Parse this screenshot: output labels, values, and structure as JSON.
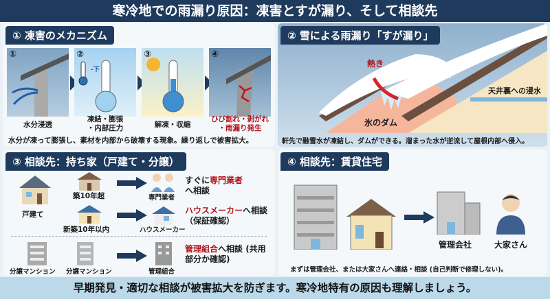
{
  "title": "寒冷地での雨漏り原因：凍害とすが漏り、そして相談先",
  "panel1": {
    "title": "① 凍害のメカニズム",
    "steps": [
      {
        "num": "①",
        "caption": "水分浸透"
      },
      {
        "num": "②",
        "caption": "凍結・膨張\n・内部圧力",
        "label": "-下"
      },
      {
        "num": "③",
        "caption": "解凍・収縮"
      },
      {
        "num": "④",
        "caption": "ひび割れ・剥がれ\n・雨漏り発生"
      }
    ],
    "summary": "水分が凍って膨張し、素材を内部から破壊する現象。繰り返しで被害拡大。"
  },
  "panel2": {
    "title": "② 雪による雨漏り「すが漏り」",
    "label_heat": "熱き",
    "label_dam": "氷のダム",
    "label_leak": "天井裏への浸水",
    "summary": "軒先で融雪水が凍結し、ダムができる。溜まった水が逆流して屋根内部へ侵入。"
  },
  "panel3": {
    "title": "③ 相談先：持ち家（戸建て・分譲）",
    "house_label": "戸建て",
    "rows": [
      {
        "condition": "築10年超",
        "target": "専門業者",
        "advice_hl": "専門業者",
        "advice_pre": "すぐに",
        "advice_post": "へ相談"
      },
      {
        "condition": "新築10年以内",
        "target": "ハウスメーカー",
        "advice_hl": "ハウスメーカー",
        "advice_pre": "",
        "advice_post": "へ相談（保証確認）"
      },
      {
        "condition": "分譲マンション",
        "condition2": "分譲マンション",
        "target": "管理組合",
        "advice_hl": "管理組合",
        "advice_pre": "",
        "advice_post": "へ相談 (共用部分か確認)"
      }
    ]
  },
  "panel4": {
    "title": "④ 相談先：賃貸住宅",
    "target1": "管理会社",
    "target2": "大家さん",
    "summary": "まずは管理会社、または大家さんへ連絡・相談 (自己判断で修理しない)。"
  },
  "footer": "早期発見・適切な相談が被害拡大を防ぎます。寒冷地特有の原因も理解しましょう。",
  "colors": {
    "navy": "#1e3a5c",
    "red": "#b3141c",
    "bg": "#e9f1f7"
  }
}
